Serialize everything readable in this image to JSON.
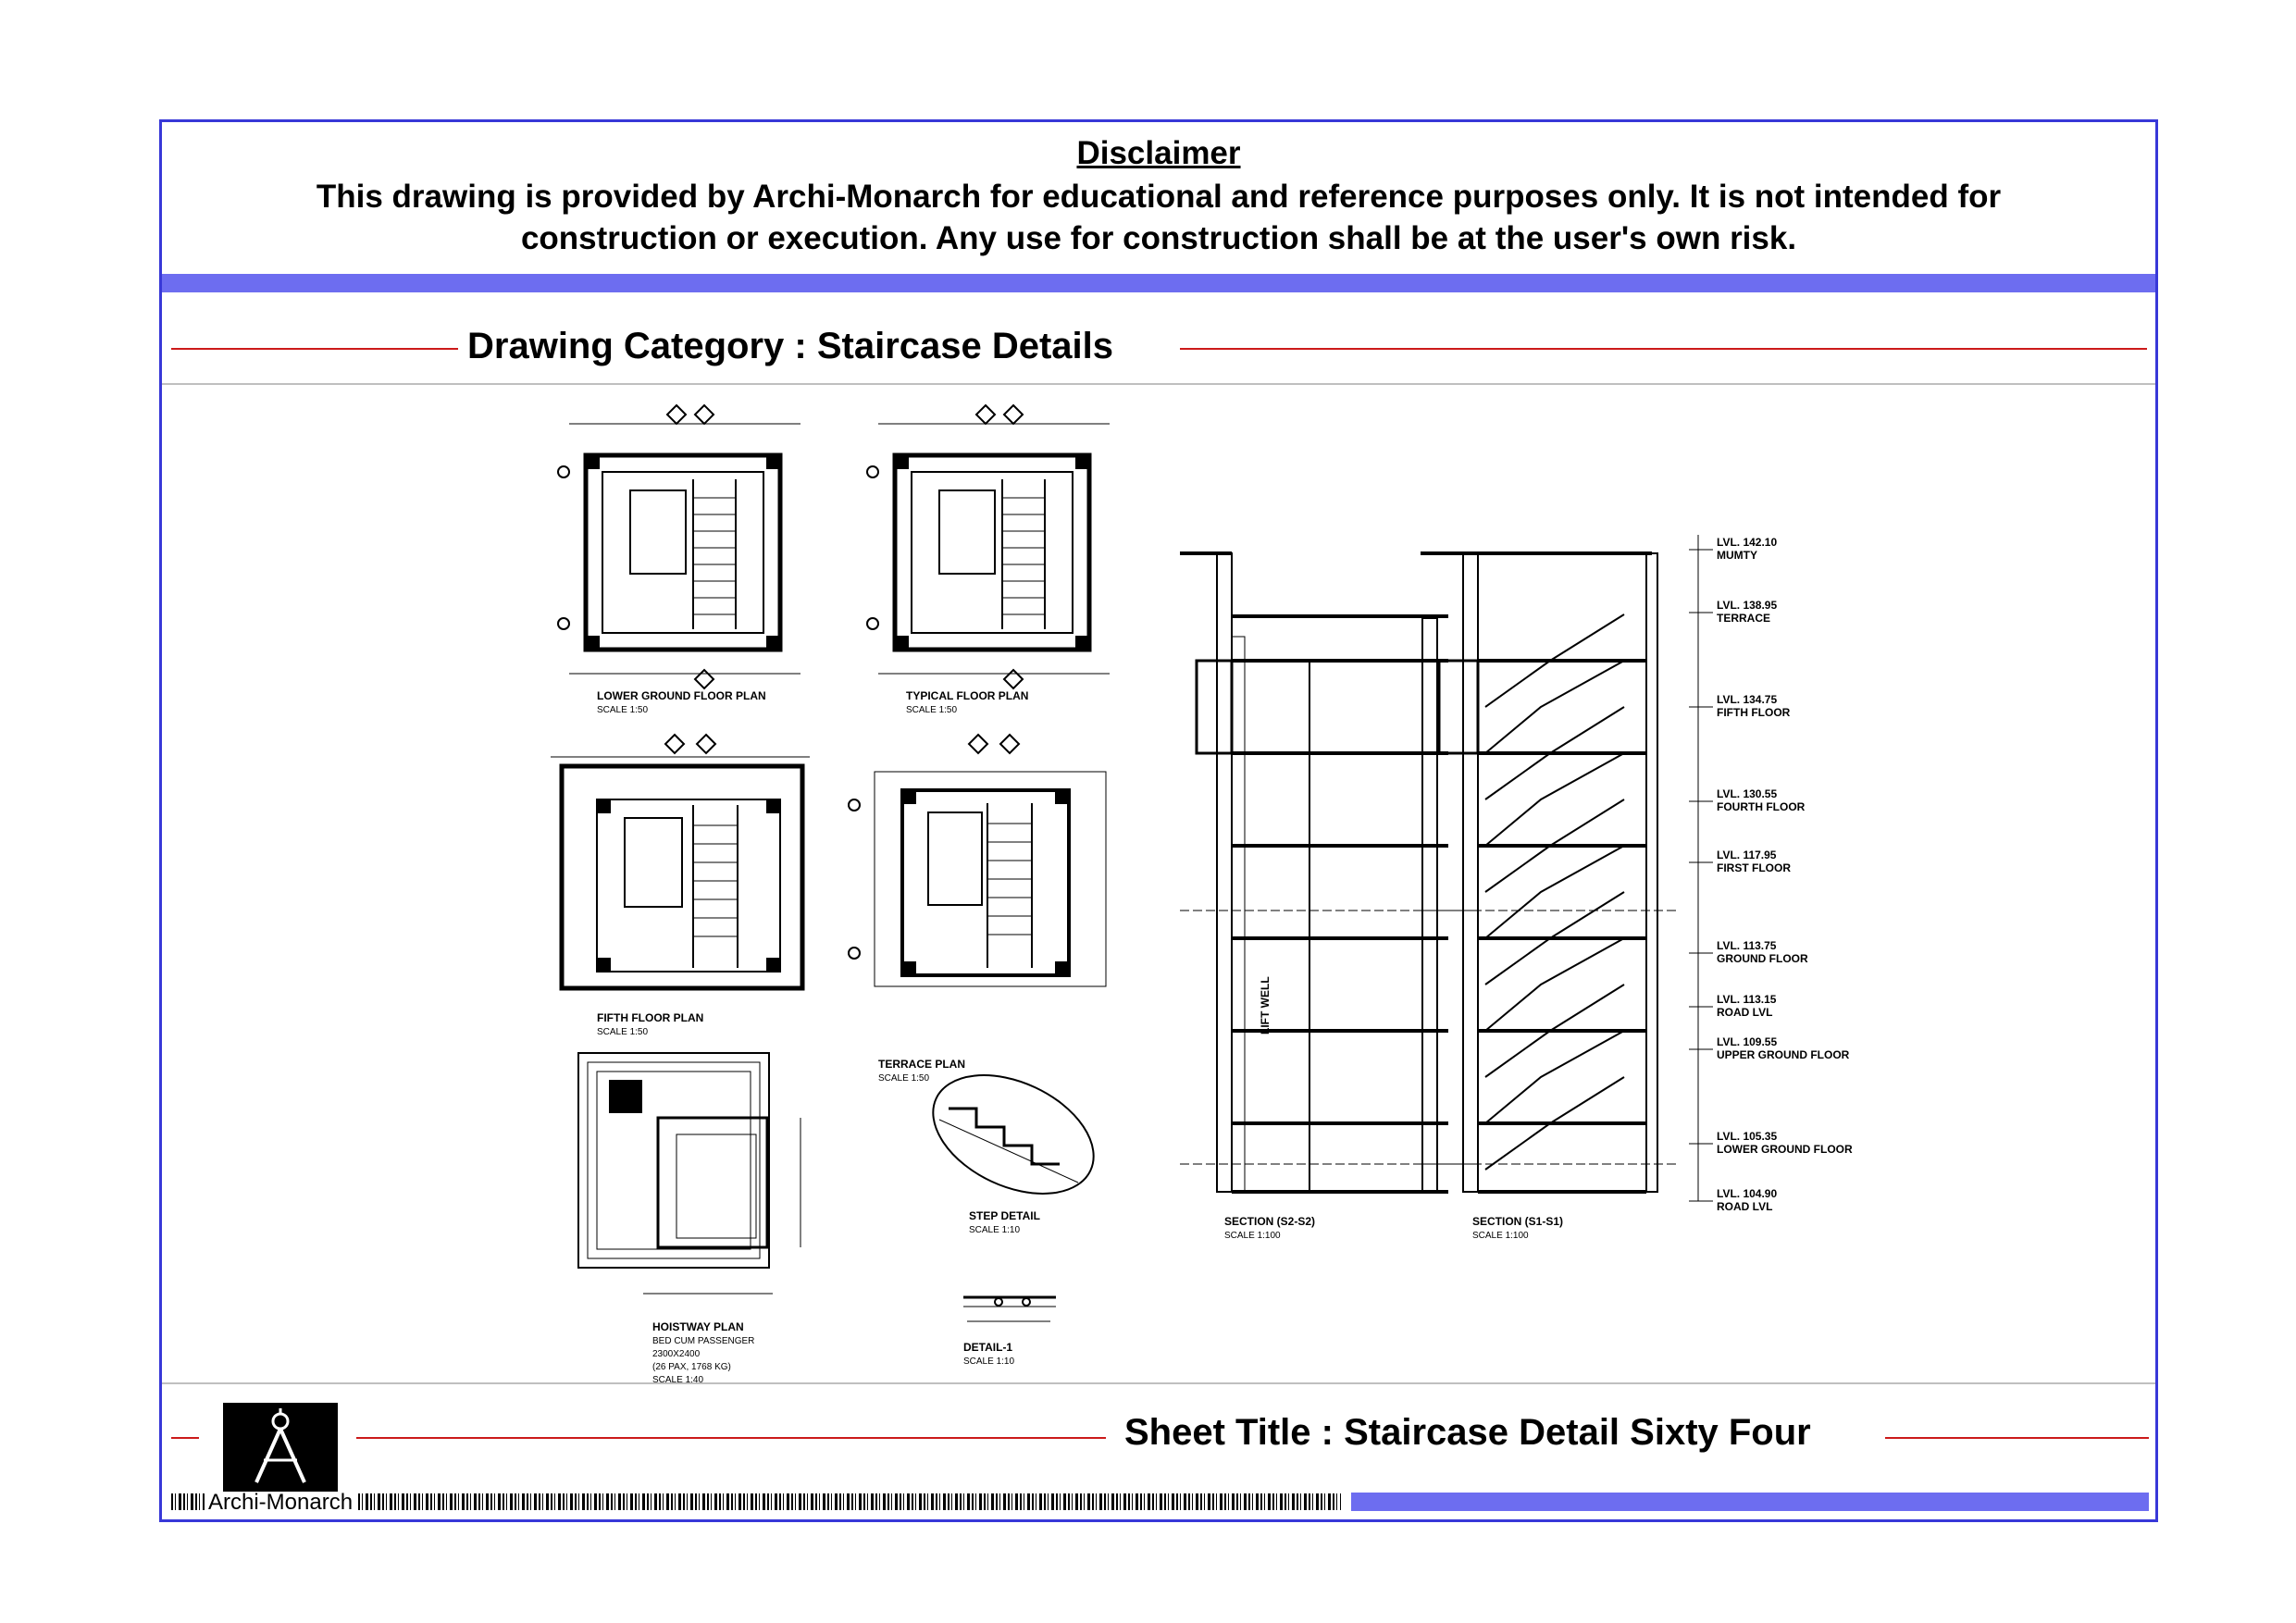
{
  "disclaimer": {
    "title": "Disclaimer",
    "text": "This drawing is provided by Archi-Monarch for educational and reference purposes only. It is not intended for construction or execution. Any use for construction shall be at the user's own risk."
  },
  "category": {
    "title": "Drawing Category : Staircase Details"
  },
  "drawings": {
    "lower_ground_plan_title": "LOWER GROUND FLOOR PLAN",
    "lower_ground_plan_scale": "SCALE 1:50",
    "typical_plan_title": "TYPICAL FLOOR PLAN",
    "typical_plan_scale": "SCALE 1:50",
    "fifth_plan_title": "FIFTH FLOOR PLAN",
    "fifth_plan_scale": "SCALE 1:50",
    "terrace_plan_title": "TERRACE PLAN",
    "terrace_plan_scale": "SCALE 1:50",
    "hoistway_title": "HOISTWAY PLAN",
    "hoistway_line1": "BED CUM PASSENGER",
    "hoistway_line2": "2300X2400",
    "hoistway_line3": "(26 PAX, 1768 KG)",
    "hoistway_scale": "SCALE 1:40",
    "step_detail_title": "STEP DETAIL",
    "step_detail_scale": "SCALE 1:10",
    "detail1_title": "DETAIL-1",
    "detail1_scale": "SCALE 1:10",
    "section_a_title": "SECTION (S2-S2)",
    "section_a_scale": "SCALE 1:100",
    "section_b_title": "SECTION (S1-S1)",
    "section_b_scale": "SCALE 1:100",
    "lift_well_label": "LIFT WELL",
    "levels": [
      {
        "lvl": "LVL. 142.10",
        "name": "MUMTY"
      },
      {
        "lvl": "LVL. 138.95",
        "name": "TERRACE"
      },
      {
        "lvl": "LVL. 134.75",
        "name": "FIFTH FLOOR"
      },
      {
        "lvl": "LVL. 130.55",
        "name": "FOURTH FLOOR"
      },
      {
        "lvl": "LVL. 117.95",
        "name": "FIRST FLOOR"
      },
      {
        "lvl": "LVL. 113.75",
        "name": "GROUND FLOOR"
      },
      {
        "lvl": "LVL. 113.15",
        "name": "ROAD LVL"
      },
      {
        "lvl": "LVL. 109.55",
        "name": "UPPER GROUND FLOOR"
      },
      {
        "lvl": "LVL. 105.35",
        "name": "LOWER GROUND FLOOR"
      },
      {
        "lvl": "LVL. 104.90",
        "name": "ROAD LVL"
      }
    ]
  },
  "footer": {
    "sheet_title": "Sheet Title : Staircase Detail Sixty Four",
    "logo_text": "Archi-Monarch"
  },
  "colors": {
    "frame": "#3838d8",
    "band": "#6d6df0",
    "rule": "#cc1a1a"
  }
}
